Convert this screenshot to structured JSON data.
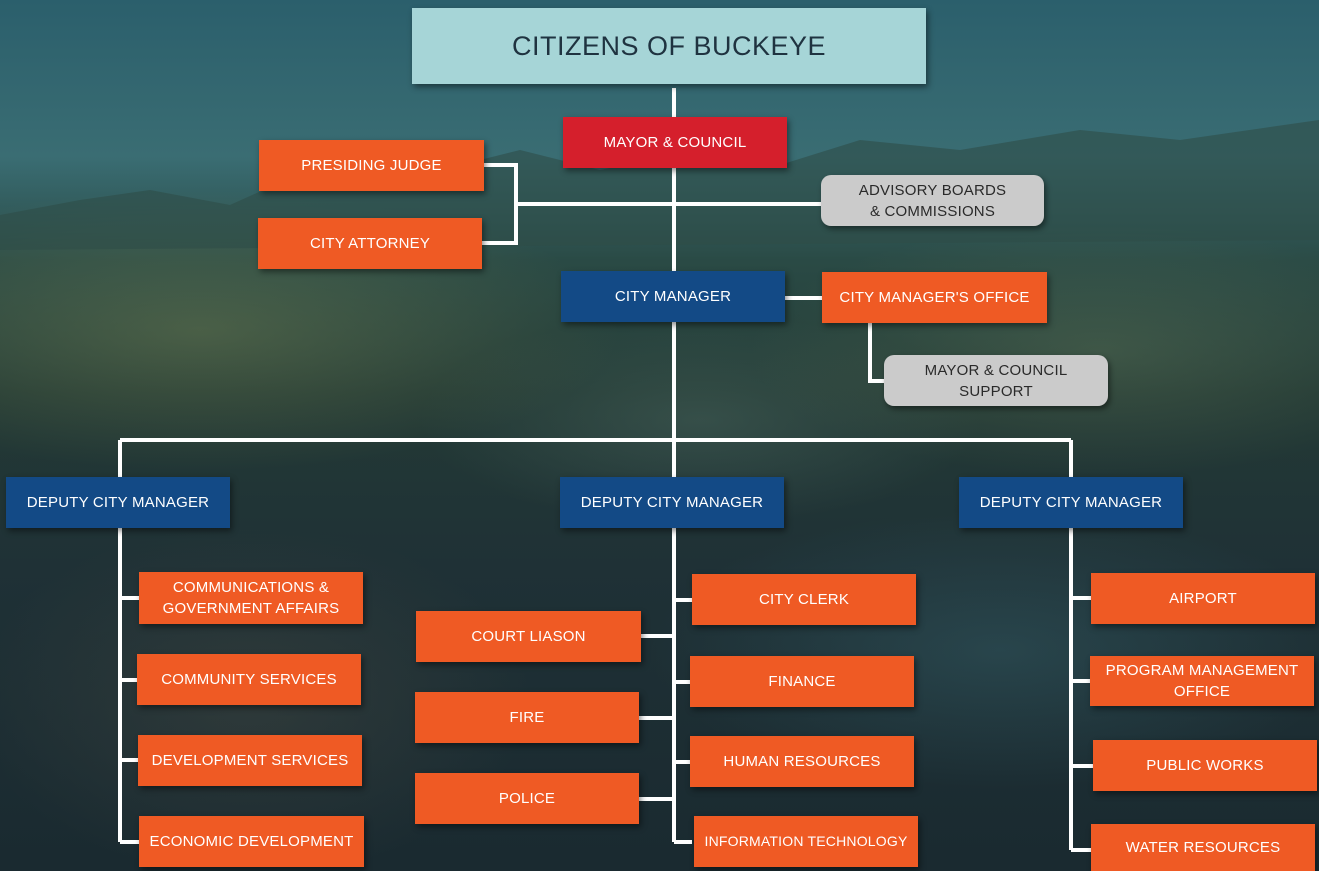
{
  "top": {
    "title": "CITIZENS OF BUCKEYE"
  },
  "leadership": {
    "mayor_council": "MAYOR & COUNCIL",
    "presiding_judge": "PRESIDING JUDGE",
    "city_attorney": "CITY ATTORNEY",
    "advisory_boards": "ADVISORY BOARDS\n& COMMISSIONS",
    "city_manager": "CITY MANAGER",
    "city_managers_office": "CITY MANAGER'S OFFICE",
    "mayor_council_support": "MAYOR & COUNCIL SUPPORT"
  },
  "deputies": [
    {
      "title": "DEPUTY CITY MANAGER",
      "departments": [
        "COMMUNICATIONS &\nGOVERNMENT AFFAIRS",
        "COMMUNITY SERVICES",
        "DEVELOPMENT SERVICES",
        "ECONOMIC DEVELOPMENT"
      ]
    },
    {
      "title": "DEPUTY CITY MANAGER",
      "left_departments": [
        "COURT LIASON",
        "FIRE",
        "POLICE"
      ],
      "right_departments": [
        "CITY CLERK",
        "FINANCE",
        "HUMAN RESOURCES",
        "INFORMATION TECHNOLOGY"
      ]
    },
    {
      "title": "DEPUTY CITY MANAGER",
      "departments": [
        "AIRPORT",
        "PROGRAM MANAGEMENT\nOFFICE",
        "PUBLIC WORKS",
        "WATER RESOURCES"
      ]
    }
  ],
  "colors": {
    "orange": "#ef5a24",
    "navy": "#134a86",
    "red": "#d51f2c",
    "gray": "#cbcbcb",
    "title_bg": "#a6d5d7",
    "connector": "#ffffff"
  }
}
